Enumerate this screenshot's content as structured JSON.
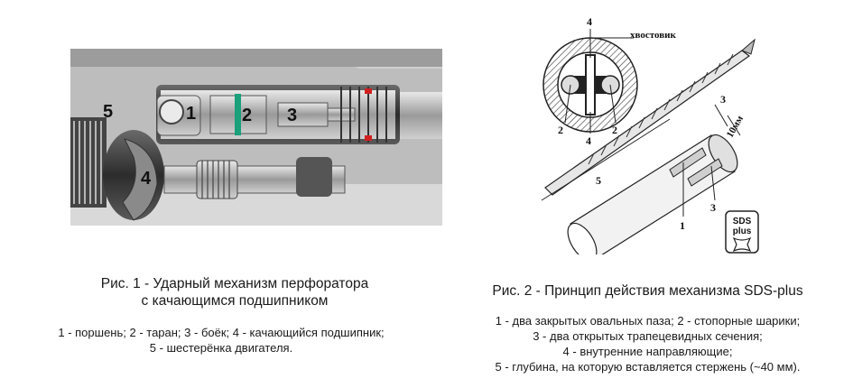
{
  "figure1": {
    "labels": {
      "n1": "1",
      "n2": "2",
      "n3": "3",
      "n4": "4",
      "n5": "5"
    },
    "caption_line1": "Рис. 1 - Ударный механизм перфоратора",
    "caption_line2": "с качающимся подшипником",
    "legend_line1": "1 - поршень; 2 - таран; 3 - боёк; 4 - качающийся подшипник;",
    "legend_line2": "5 - шестерёнка двигателя."
  },
  "figure2": {
    "labels": {
      "shank": "хвостовик",
      "top4": "4",
      "left2": "2",
      "bottom4": "4",
      "right2": "2",
      "n3a": "3",
      "n3b": "3",
      "n1": "1",
      "n5": "5",
      "depth": "10мм",
      "sds_line1": "SDS",
      "sds_line2": "plus"
    },
    "caption": "Рис. 2 - Принцип действия механизма SDS-plus",
    "legend_line1": "1 - два закрытых овальных паза; 2 - стопорные шарики;",
    "legend_line2": "3 - два открытых трапецевидных сечения;",
    "legend_line3": "4 - внутренние направляющие;",
    "legend_line4": "5 - глубина, на которую вставляется стержень (~40 мм)."
  }
}
